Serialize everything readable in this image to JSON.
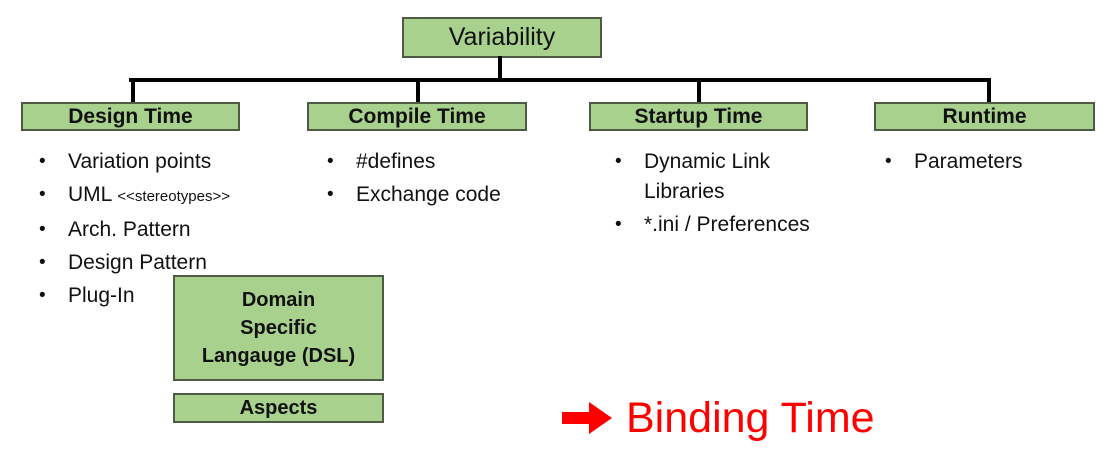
{
  "diagram": {
    "title_hint": "Variability binding time tree diagram",
    "root": {
      "label": "Variability"
    },
    "branches": [
      {
        "label": "Design Time",
        "items": [
          "Variation points",
          {
            "main": "UML ",
            "small": "<<stereotypes>>"
          },
          "Arch. Pattern",
          "Design Pattern",
          "Plug-In"
        ]
      },
      {
        "label": "Compile Time",
        "items": [
          "#defines",
          "Exchange code"
        ]
      },
      {
        "label": "Startup Time",
        "items": [
          "Dynamic Link Libraries",
          "*.ini / Preferences"
        ]
      },
      {
        "label": "Runtime",
        "items": [
          "Parameters"
        ]
      }
    ],
    "extra_boxes": [
      {
        "label": "Domain\nSpecific\nLangauge (DSL)"
      },
      {
        "label": "Aspects"
      }
    ],
    "annotation": {
      "icon": "right-arrow-icon",
      "label": "Binding Time",
      "color": "#FF0000"
    },
    "colors": {
      "box_fill": "#A9D18E",
      "box_border": "#4e5a43",
      "connector": "#000000",
      "text": "#111111"
    }
  }
}
